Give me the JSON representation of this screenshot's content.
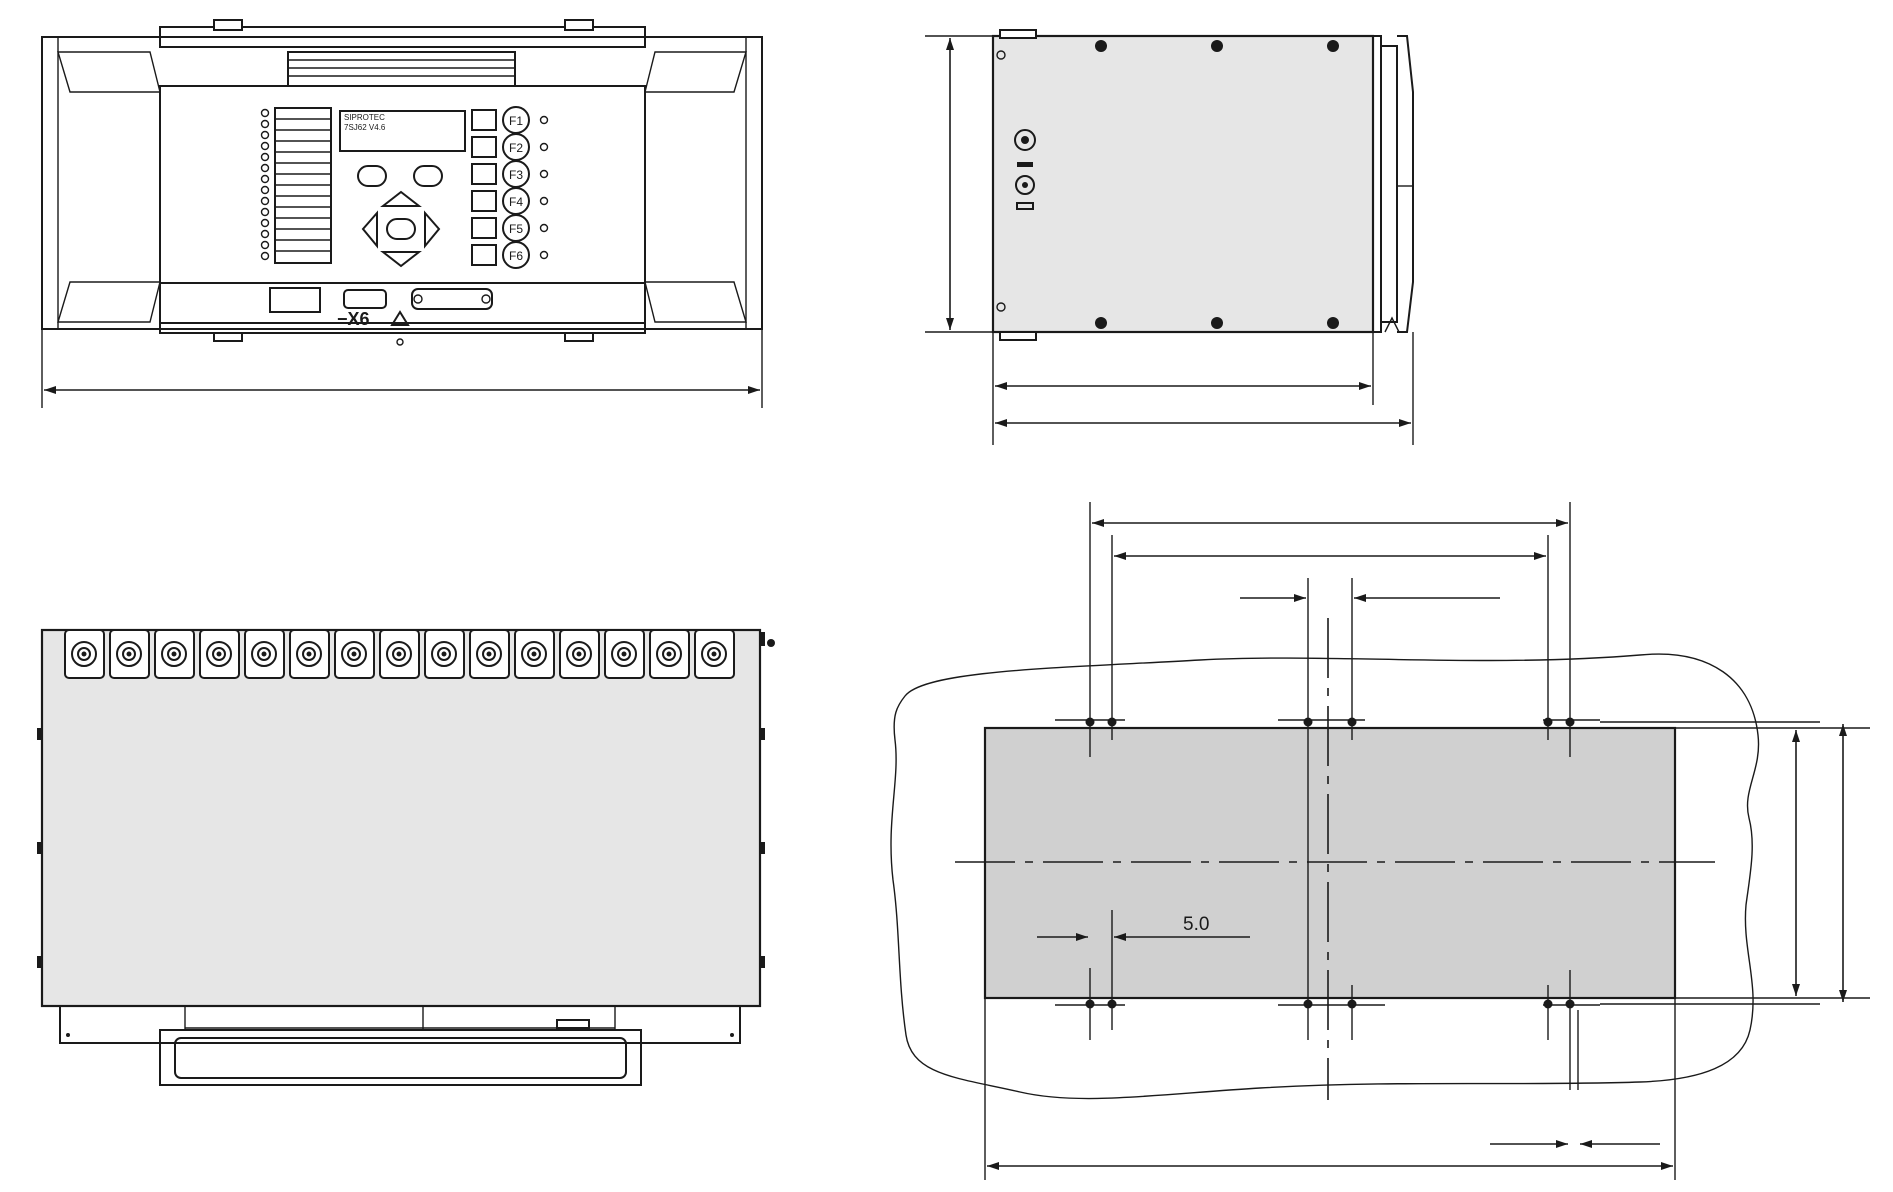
{
  "views": {
    "front": {
      "connector_label": "−X6",
      "function_keys": [
        "F1",
        "F2",
        "F3",
        "F4",
        "F5",
        "F6"
      ],
      "lcd_lines": [
        "SIPROTEC",
        "7SJ62 V4.6"
      ]
    },
    "cutout": {
      "hole_dimension": "5.0"
    }
  }
}
